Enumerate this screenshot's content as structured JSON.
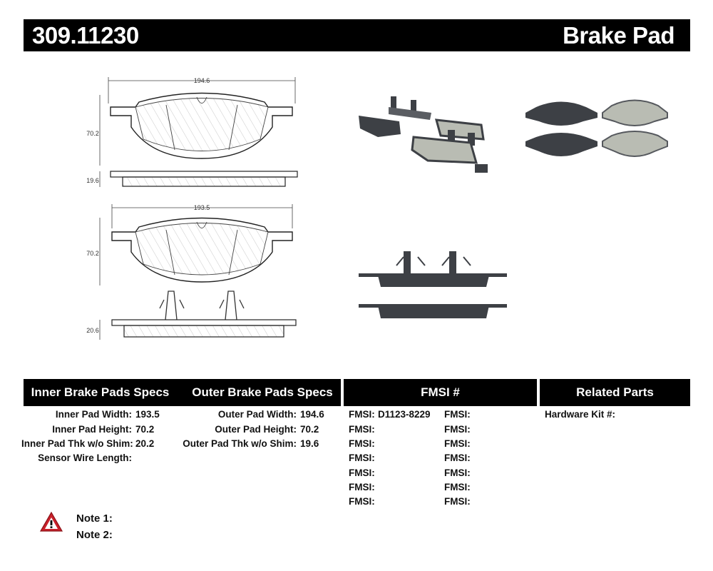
{
  "header": {
    "part_number": "309.11230",
    "category": "Brake Pad"
  },
  "drawing": {
    "top_pad": {
      "width": "194.6",
      "height": "70.2",
      "thickness": "19.6"
    },
    "bottom_pad": {
      "width": "193.5",
      "height": "70.2",
      "thickness": "20.6"
    }
  },
  "sections": {
    "inner_title": "Inner Brake Pads Specs",
    "outer_title": "Outer Brake Pads Specs",
    "fmsi_title": "FMSI #",
    "related_title": "Related Parts"
  },
  "inner_specs": [
    {
      "label": "Inner Pad Width:",
      "value": "193.5"
    },
    {
      "label": "Inner Pad Height:",
      "value": "70.2"
    },
    {
      "label": "Inner Pad Thk w/o Shim:",
      "value": "20.2"
    },
    {
      "label": "Sensor Wire Length:",
      "value": ""
    }
  ],
  "outer_specs": [
    {
      "label": "Outer Pad Width:",
      "value": "194.6"
    },
    {
      "label": "Outer Pad Height:",
      "value": "70.2"
    },
    {
      "label": "Outer Pad Thk w/o Shim:",
      "value": "19.6"
    }
  ],
  "fmsi_left": [
    {
      "label": "FMSI:",
      "value": "D1123-8229"
    },
    {
      "label": "FMSI:",
      "value": ""
    },
    {
      "label": "FMSI:",
      "value": ""
    },
    {
      "label": "FMSI:",
      "value": ""
    },
    {
      "label": "FMSI:",
      "value": ""
    },
    {
      "label": "FMSI:",
      "value": ""
    },
    {
      "label": "FMSI:",
      "value": ""
    }
  ],
  "fmsi_right": [
    {
      "label": "FMSI:",
      "value": ""
    },
    {
      "label": "FMSI:",
      "value": ""
    },
    {
      "label": "FMSI:",
      "value": ""
    },
    {
      "label": "FMSI:",
      "value": ""
    },
    {
      "label": "FMSI:",
      "value": ""
    },
    {
      "label": "FMSI:",
      "value": ""
    },
    {
      "label": "FMSI:",
      "value": ""
    }
  ],
  "related_parts": [
    {
      "label": "Hardware Kit #:",
      "value": ""
    }
  ],
  "notes": [
    {
      "label": "Note 1:",
      "value": ""
    },
    {
      "label": "Note 2:",
      "value": ""
    }
  ],
  "colors": {
    "header_bg": "#000000",
    "pad_friction": "#b9bcb3",
    "pad_backing": "#3a3d42",
    "warning_red": "#c8202a"
  },
  "icons": [
    "warning-triangle-icon"
  ]
}
